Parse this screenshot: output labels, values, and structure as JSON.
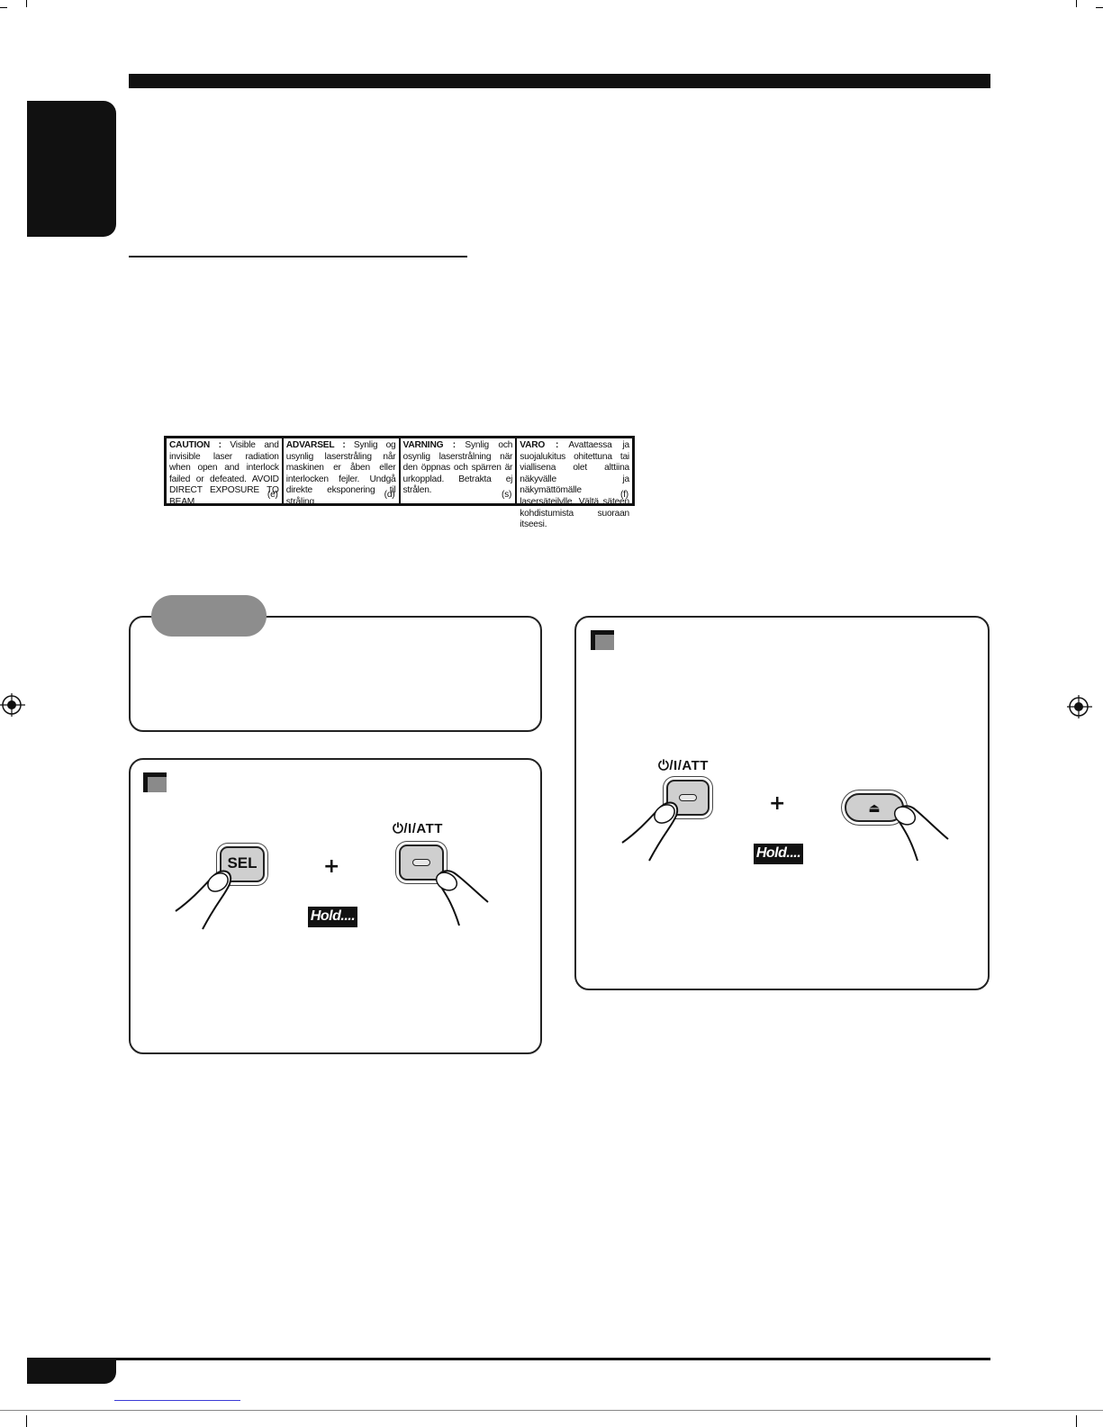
{
  "caution_label": [
    {
      "heading": "CAUTION :",
      "body": "Visible and invisible laser radiation when open and interlock failed or defeated. AVOID DIRECT EXPOSURE TO BEAM.",
      "code": "(e)"
    },
    {
      "heading": "ADVARSEL :",
      "body": "Synlig og usynlig laserstråling når maskinen er åben eller interlocken fejler. Undgå direkte eksponering til stråling.",
      "code": "(d)"
    },
    {
      "heading": "VARNING :",
      "body": "Synlig och osynlig laserstrålning när den öppnas och spärren är urkopplad. Betrakta ej strålen.",
      "code": "(s)"
    },
    {
      "heading": "VARO :",
      "body": "Avattaessa ja suojalukitus ohitettuna tai viallisena olet alttiina näkyvälle ja näkymättömälle lasersäteilylle. Vältä säteen kohdistumista suoraan itseesi.",
      "code": "(f)"
    }
  ],
  "illustration_left": {
    "sel_button": "SEL",
    "plus": "+",
    "hold": "Hold....",
    "power_label": "⏻/I/ATT"
  },
  "illustration_right": {
    "power_label": "⏻/I/ATT",
    "plus": "+",
    "hold": "Hold....",
    "eject_symbol": "⏏"
  },
  "icons": [
    "registration-mark-icon",
    "finger-icon",
    "eject-icon"
  ]
}
